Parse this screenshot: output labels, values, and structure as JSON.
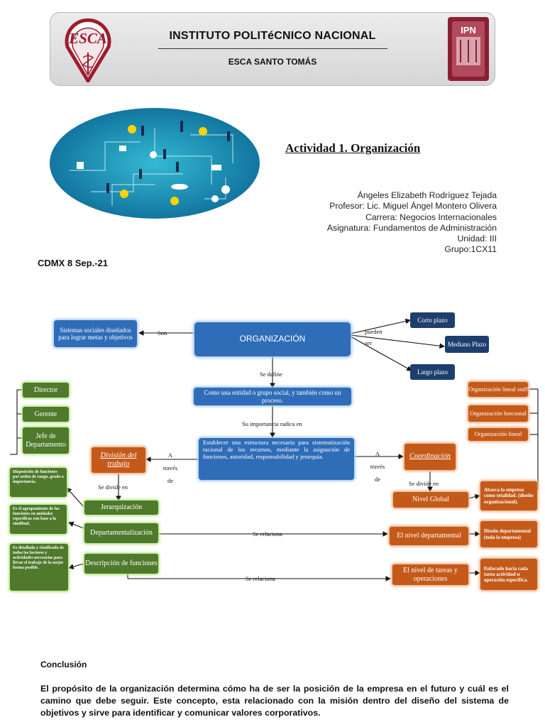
{
  "header": {
    "institution": "INSTITUTO POLITéCNICO NACIONAL",
    "school": "ESCA SANTO TOMÁS",
    "logo_left_text": "ESCA",
    "logo_right_text": "IPN"
  },
  "activity_title": "Actividad 1. Organización",
  "info_lines": [
    "Ángeles Elizabeth Rodríguez Tejada",
    "Profesor: Lic. Miguel Ángel Montero Olivera",
    "Carrera: Negocios Internacionales",
    "Asignatura: Fundamentos de Administración",
    "Unidad: III",
    "Grupo:1CX11"
  ],
  "date": "CDMX 8 Sep.-21",
  "map": {
    "center": "ORGANIZACIÓN",
    "sistemas": "Sistemas sociales diseñados para lograr metas y objetivos",
    "son": "Son",
    "pueden_ser": "pueden ser",
    "corto": "Corto plazo",
    "mediano": "Mediano Plazo",
    "largo": "Largo plazo",
    "se_define": "Se define",
    "entidad": "Como una entidad o grupo social, y también como un proceso.",
    "importancia": "Su importancia radica en",
    "establecer": "Establecer una estructura necesaria para sistematización racional de los recursos, mediante la asignación de funciones, autoridad, responsabilidad y jerarquía.",
    "atraves_de": "A través de",
    "division": "División del trabajo",
    "coordinacion": "Coordinación",
    "se_divide_en": "Se divide en",
    "director": "Director",
    "gerente": "Gerente",
    "jefe": "Jefe de Departamento",
    "jerarquizacion": "Jerarquización",
    "departamentalizacion": "Departamentalización",
    "descripcion": "Descripción de funciones",
    "disposicion": "Disposición de funciones por orden de rango, grado o importancia.",
    "agrupamiento": "Es el agrupamiento de las funciones en unidades específicas con base a la similitud.",
    "detallada": "Es detallada y clasificada de todos los factores y actividades necesarias para llevar el trabajo de la mejor forma posible.",
    "se_relaciona": "Se relaciona",
    "staff": "Organización lineal staff",
    "funcional": "Organización funcional",
    "lineal": "Organización lineal",
    "global": "Nivel Global",
    "departamental": "El nivel departamental",
    "tareas": "El nivel de tareas y operaciones",
    "abarca": "Abarca la empresa como totalidad. (diseño organizacional).",
    "diseno_dep": "Diseño departamental (toda la empresa)",
    "enfocado": "Enfocado hacia cada tarea actividad u operación específica."
  },
  "conclusion": {
    "title": "Conclusión",
    "text": "El propósito de la organización determina cómo ha de ser la posición de la empresa en el futuro y cuál es el camino que debe seguir. Este concepto, esta relacionado con la misión dentro del diseño del sistema de objetivos y sirve para identificar y comunicar valores corporativos."
  },
  "colors": {
    "blue": "#2f6db8",
    "navy": "#1e3f6e",
    "green": "#4f7a2c",
    "orange": "#c45a1a"
  }
}
